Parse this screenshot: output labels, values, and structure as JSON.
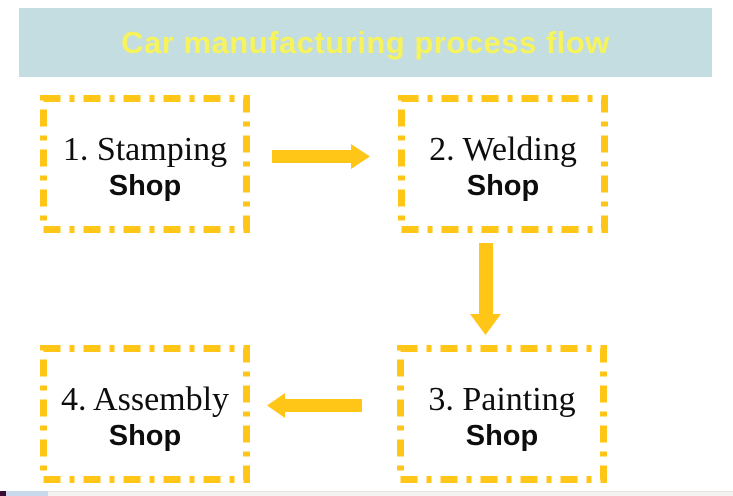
{
  "slide": {
    "title": "Car manufacturing process flow"
  },
  "colors": {
    "accent": "#FFC517",
    "title-bg": "#C3DDE0",
    "title-text": "#F7F35C",
    "box-text": "#0D0D0D",
    "scroll-thumb": "#C9D9EC",
    "scroll-track": "#F4F3F1",
    "corner-mark": "#3B0A33"
  },
  "boxes": [
    {
      "name": "stamping-shop",
      "line1": "1. Stamping",
      "line2": "Shop"
    },
    {
      "name": "welding-shop",
      "line1": "2. Welding",
      "line2": "Shop"
    },
    {
      "name": "painting-shop",
      "line1": "3. Painting",
      "line2": "Shop"
    },
    {
      "name": "assembly-shop",
      "line1": "4. Assembly",
      "line2": "Shop"
    }
  ],
  "arrows": [
    {
      "name": "arrow-stamping-to-welding",
      "direction": "right",
      "from": "1. Stamping Shop",
      "to": "2. Welding Shop"
    },
    {
      "name": "arrow-welding-to-painting",
      "direction": "down",
      "from": "2. Welding Shop",
      "to": "3. Painting Shop"
    },
    {
      "name": "arrow-painting-to-assembly",
      "direction": "left",
      "from": "3. Painting Shop",
      "to": "4. Assembly Shop"
    }
  ]
}
